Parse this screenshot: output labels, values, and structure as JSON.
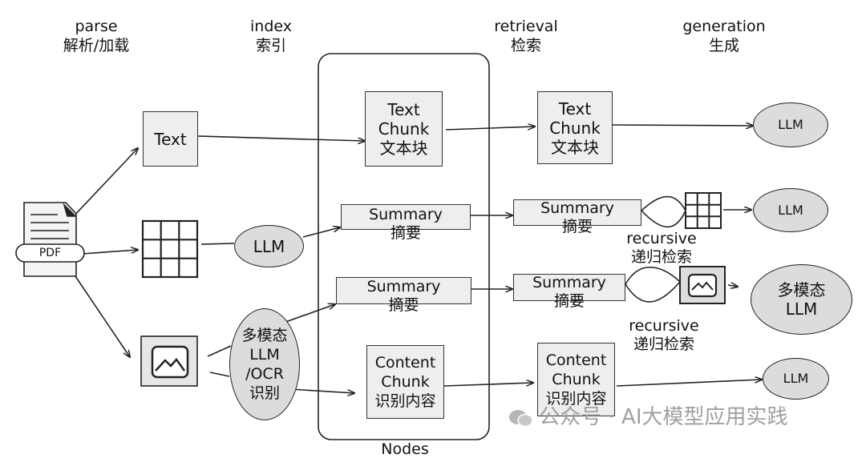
{
  "stages": [
    {
      "en": "parse",
      "zh": "解析/加载"
    },
    {
      "en": "index",
      "zh": "索引"
    },
    {
      "en": "retrieval",
      "zh": "检索"
    },
    {
      "en": "generation",
      "zh": "生成"
    }
  ],
  "source": {
    "label": "PDF"
  },
  "parsed": {
    "text_label": "Text"
  },
  "indexing": {
    "llm_label": "LLM",
    "multimodal": [
      "多模态",
      "LLM",
      "/OCR",
      "识别"
    ]
  },
  "index_store": {
    "footer": "Nodes",
    "text_chunk": [
      "Text",
      "Chunk",
      "文本块"
    ],
    "summary_1": [
      "Summary",
      "摘要"
    ],
    "summary_2": [
      "Summary",
      "摘要"
    ],
    "content_chunk": [
      "Content",
      "Chunk",
      "识别内容"
    ]
  },
  "retrieval": {
    "text_chunk": [
      "Text",
      "Chunk",
      "文本块"
    ],
    "summary_1": [
      "Summary",
      "摘要"
    ],
    "summary_2": [
      "Summary",
      "摘要"
    ],
    "content_chunk": [
      "Content",
      "Chunk",
      "识别内容"
    ],
    "recursive_1": [
      "recursive",
      "递归检索"
    ],
    "recursive_2": [
      "recursive",
      "递归检索"
    ]
  },
  "generation": {
    "llm_1": "LLM",
    "llm_2": "LLM",
    "multimodal": [
      "多模态",
      "LLM"
    ],
    "llm_4": "LLM"
  },
  "watermark": "公众号 · AI大模型应用实践"
}
